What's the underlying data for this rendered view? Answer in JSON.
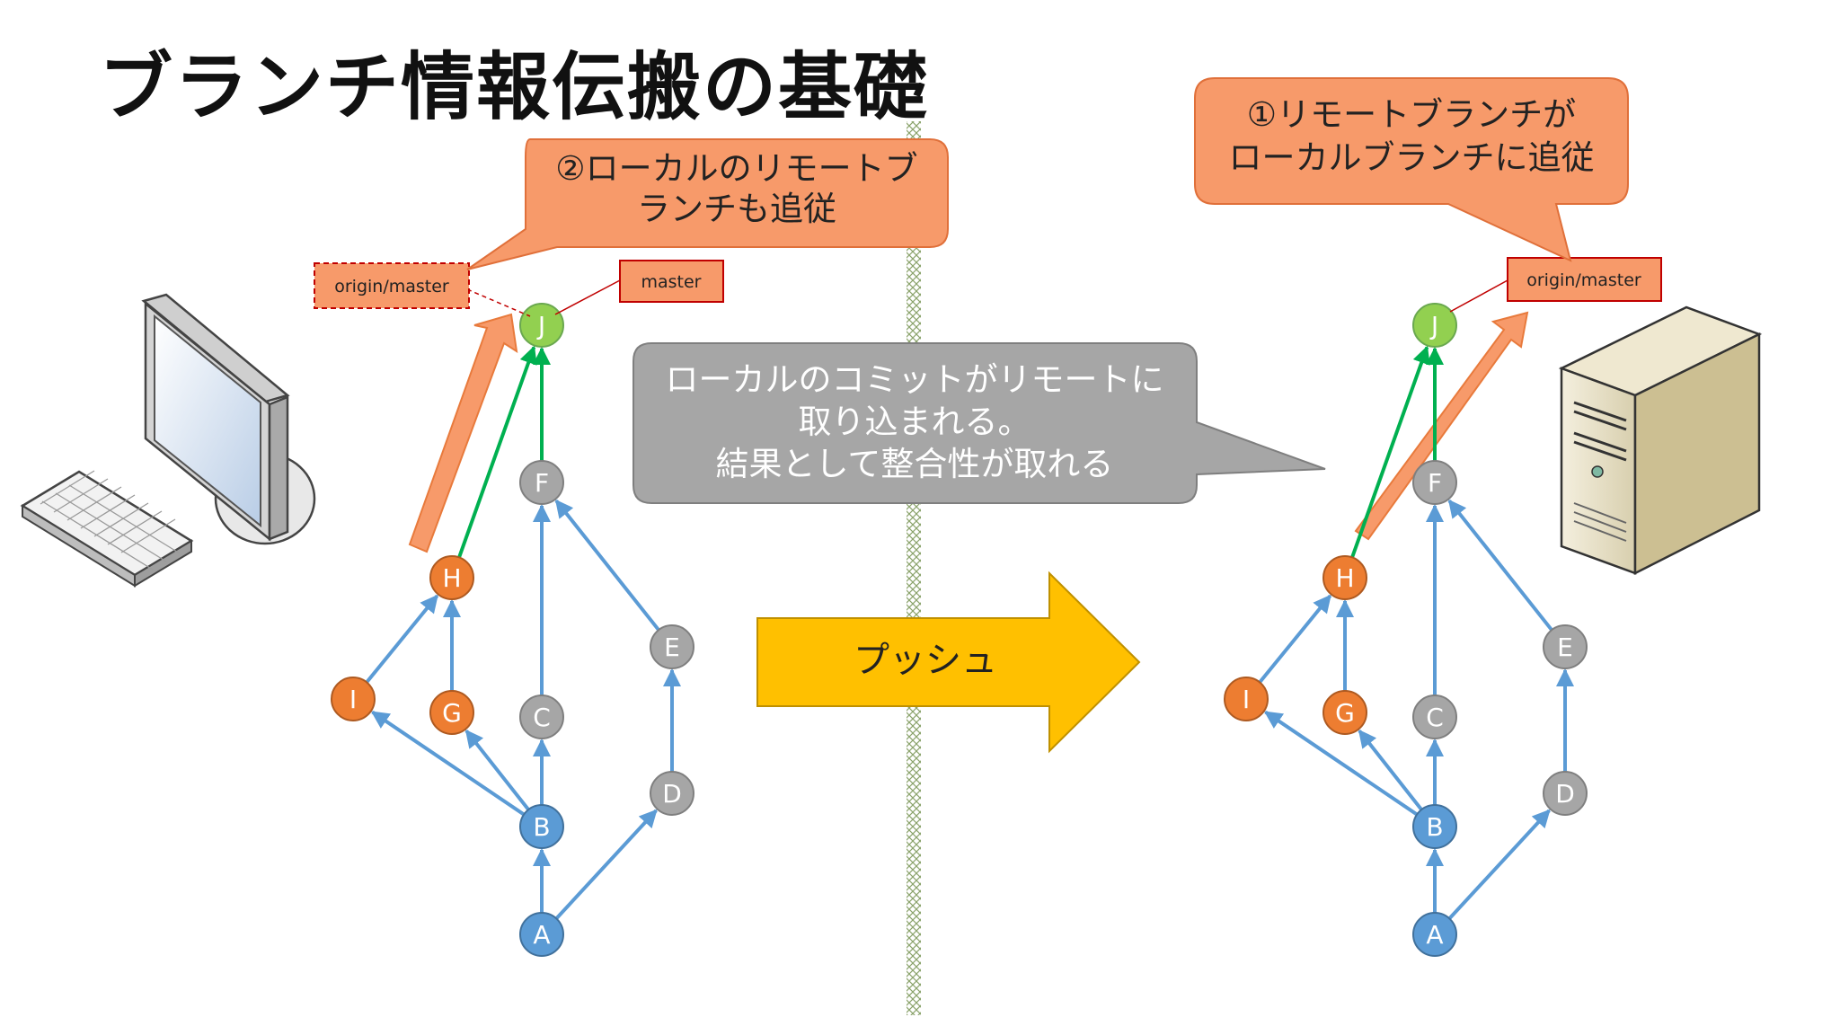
{
  "slide": {
    "title": "ブランチ情報伝搬の基礎"
  },
  "callouts": {
    "local_follow": {
      "lines": [
        "②ローカルのリモートブ",
        "ランチも追従"
      ]
    },
    "remote_follow": {
      "lines": [
        "①リモートブランチが",
        "ローカルブランチに追従"
      ]
    },
    "result": {
      "lines": [
        "ローカルのコミットがリモートに",
        "取り込まれる。",
        "結果として整合性が取れる"
      ]
    }
  },
  "labels": {
    "local_origin_master": "origin/master",
    "local_master": "master",
    "remote_origin_master": "origin/master"
  },
  "push_arrow": {
    "label": "プッシュ"
  },
  "commits": [
    "A",
    "B",
    "C",
    "D",
    "E",
    "F",
    "G",
    "H",
    "I",
    "J"
  ],
  "colors": {
    "gray_commit": "#a6a6a6",
    "blue_commit": "#5b9bd5",
    "orange_commit": "#ed7d31",
    "green_commit": "#92d050",
    "edge_blue": "#5b9bd5",
    "edge_green": "#00b050",
    "callout_orange": "#f79a6a",
    "callout_gray": "#a6a6a6",
    "push_yellow": "#ffc000",
    "label_red": "#c00000"
  },
  "icons": {
    "local": "desktop-computer-icon",
    "remote": "server-tower-icon"
  }
}
